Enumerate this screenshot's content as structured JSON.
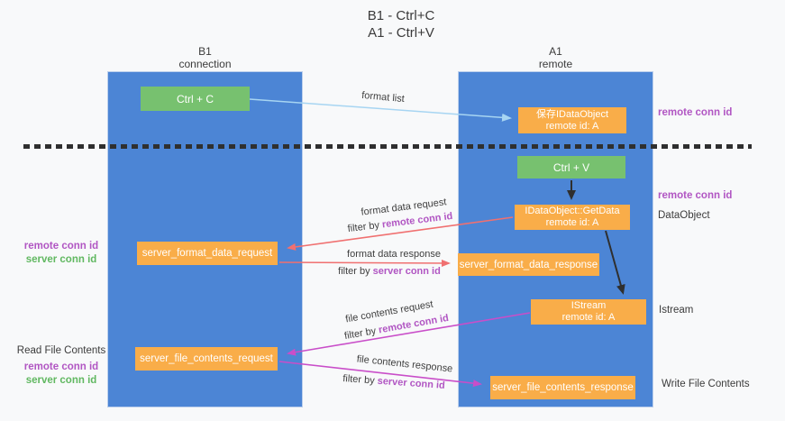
{
  "colors": {
    "background": "#f8f9fa",
    "lane_blue": "#4c85d5",
    "lane_border": "#bdd0ec",
    "box_green": "#77c16f",
    "box_orange": "#f9ad49",
    "arrow_lightblue": "#a7d5f2",
    "arrow_red": "#f07070",
    "arrow_magenta": "#c94ec9",
    "arrow_black": "#2f2f2f",
    "dash_color": "#2f2f2f",
    "label_purple": "#b156c3",
    "label_green": "#61b861",
    "text_dark": "#3b3b3b"
  },
  "title": {
    "line1": "B1 - Ctrl+C",
    "line2": "A1 - Ctrl+V"
  },
  "lanes": {
    "left": {
      "name": "B1",
      "role": "connection"
    },
    "right": {
      "name": "A1",
      "role": "remote"
    }
  },
  "boxes": {
    "ctrl_c": "Ctrl + C",
    "ctrl_v": "Ctrl + V",
    "save_idataobject_line1": "保存IDataObject",
    "save_idataobject_line2": "remote id: A",
    "getdata_line1": "IDataObject::GetData",
    "getdata_line2": "remote id: A",
    "istream_line1": "IStream",
    "istream_line2": "remote id: A",
    "format_request": "server_format_data_request",
    "format_response": "server_format_data_response",
    "file_request": "server_file_contents_request",
    "file_response": "server_file_contents_response"
  },
  "arrow_labels": {
    "format_list": "format list",
    "format_data_request": "format data request",
    "format_data_response": "format data response",
    "file_contents_request": "file contents request",
    "file_contents_response": "file contents response",
    "filter_by": "filter by",
    "remote_conn_id": "remote conn id",
    "server_conn_id": "server conn id"
  },
  "side_labels": {
    "remote_conn_id_top": "remote conn id",
    "remote_conn_id_mid": "remote conn id",
    "dataobject": "DataObject",
    "istream": "Istream",
    "write_file_contents": "Write File Contents",
    "read_file_contents": "Read File Contents",
    "format_remote_conn_id": "remote conn id",
    "format_server_conn_id": "server conn id",
    "file_remote_conn_id": "remote conn id",
    "file_server_conn_id": "server conn id"
  }
}
